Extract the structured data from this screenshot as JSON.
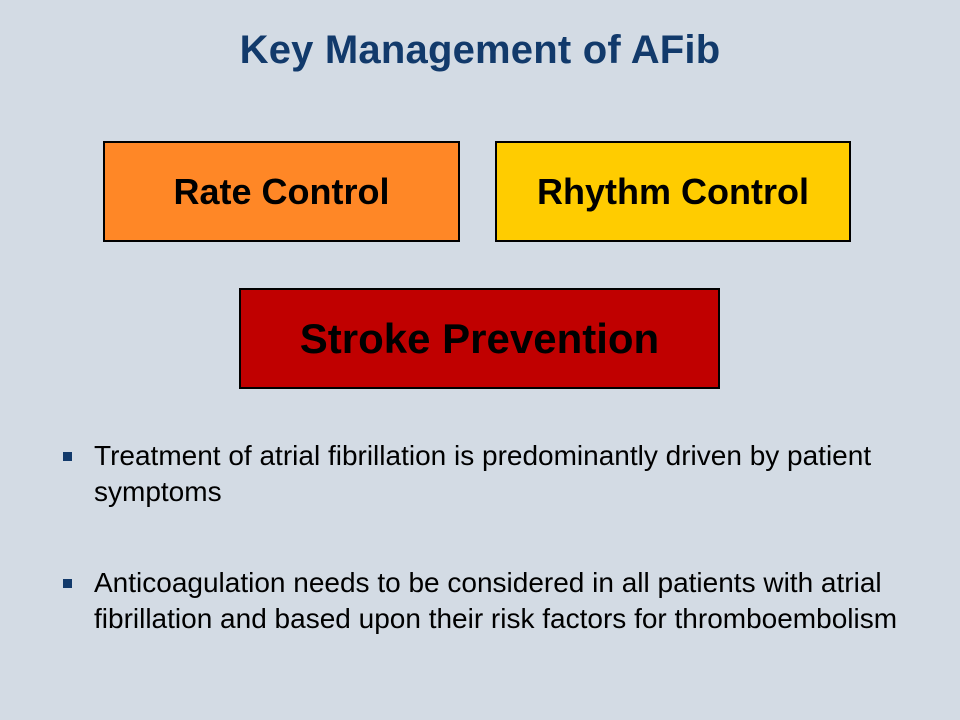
{
  "colors": {
    "background": "#d3dbe4",
    "title": "#123a6b",
    "rate_control": "#ff8726",
    "rhythm_control": "#ffcc00",
    "stroke_prevention": "#c00000",
    "bullet_marker": "#123a6b"
  },
  "slide": {
    "title": "Key Management of AFib",
    "boxes": {
      "rate_control": "Rate Control",
      "rhythm_control": "Rhythm Control",
      "stroke_prevention": "Stroke Prevention"
    },
    "bullets": [
      "Treatment of atrial fibrillation is predominantly driven by patient symptoms",
      "Anticoagulation needs to be considered in all patients with atrial fibrillation and based upon their risk factors for thromboembolism"
    ]
  }
}
